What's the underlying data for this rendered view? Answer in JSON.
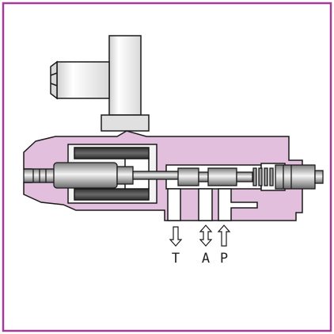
{
  "colors": {
    "frame": "#a23d96",
    "body": "#e2bfdc",
    "outline": "#1a1a1a",
    "coil": "#4a4a4a",
    "metal_light": "#f2f2f2",
    "metal_mid": "#9c9c9c"
  },
  "ports": [
    {
      "label": "T",
      "arrow": "down"
    },
    {
      "label": "A",
      "arrow": "both"
    },
    {
      "label": "P",
      "arrow": "up"
    }
  ]
}
